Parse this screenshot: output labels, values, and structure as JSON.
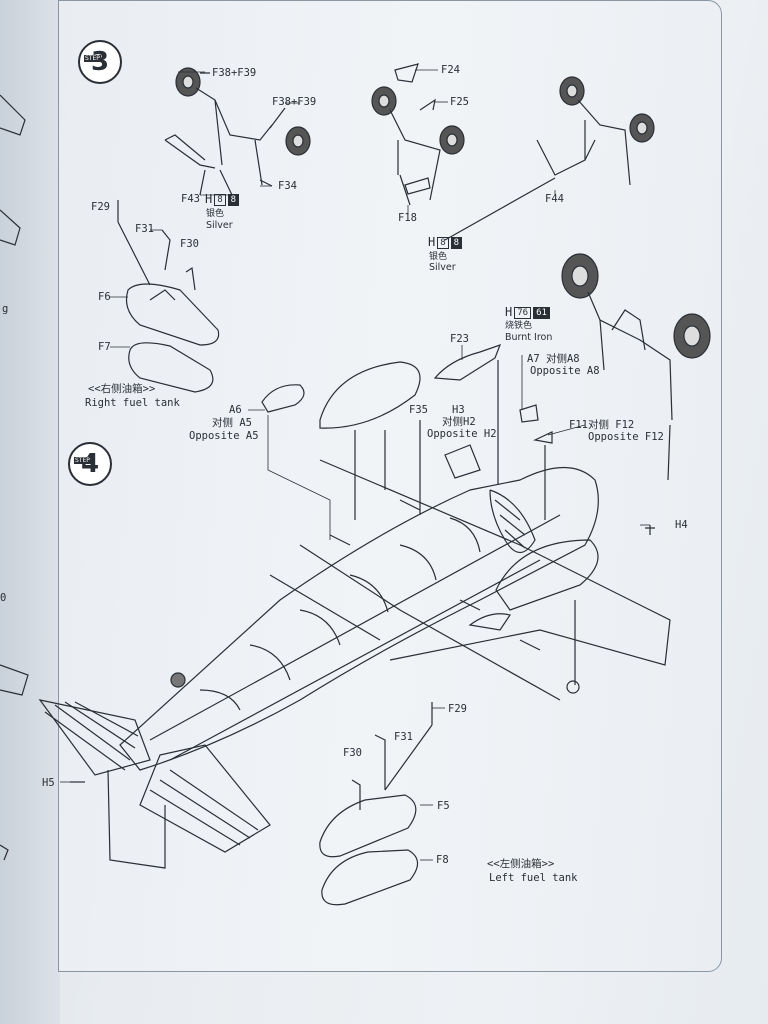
{
  "steps": {
    "step3": {
      "number": "3",
      "tag": "STEP"
    },
    "step4": {
      "number": "4",
      "tag": "STEP"
    }
  },
  "callouts": {
    "f38_f39_a": "F38+F39",
    "f38_f39_b": "F38+F39",
    "f43": "F43",
    "f34": "F34",
    "f24": "F24",
    "f25": "F25",
    "f18": "F18",
    "f44": "F44",
    "f29_top": "F29",
    "f31_top": "F31",
    "f30_top": "F30",
    "f6": "F6",
    "f7": "F7",
    "f23": "F23",
    "a7": "A7 对侧A8",
    "a7_opp": "Opposite A8",
    "a6": "A6",
    "a6_opp_cn": "对侧 A5",
    "a6_opp": "Opposite A5",
    "f35": "F35",
    "h3": "H3",
    "h3_opp_cn": "对侧H2",
    "h3_opp": "Opposite H2",
    "f11": "F11对侧 F12",
    "f11_opp": "Opposite F12",
    "h4": "H4",
    "h5": "H5",
    "f29_bottom": "F29",
    "f30_bottom": "F30",
    "f31_bottom": "F31",
    "f5": "F5",
    "f8": "F8"
  },
  "paints": {
    "silver_a": {
      "code": "H",
      "chip": "8",
      "cn": "银色",
      "en": "Silver"
    },
    "silver_b": {
      "code": "H",
      "chip": "8",
      "cn": "银色",
      "en": "Silver"
    },
    "burnt_iron": {
      "code": "H",
      "chip1": "76",
      "chip2": "61",
      "cn": "烧铁色",
      "en": "Burnt Iron"
    }
  },
  "captions": {
    "right_tank_cn": "<<右侧油箱>>",
    "right_tank_en": "Right fuel tank",
    "left_tank_cn": "<<左侧油箱>>",
    "left_tank_en": "Left fuel tank"
  },
  "edge_fragments": {
    "frag1": "g",
    "frag2": "0"
  },
  "colors": {
    "ink": "#2a2f36",
    "paper": "#eef1f4"
  }
}
